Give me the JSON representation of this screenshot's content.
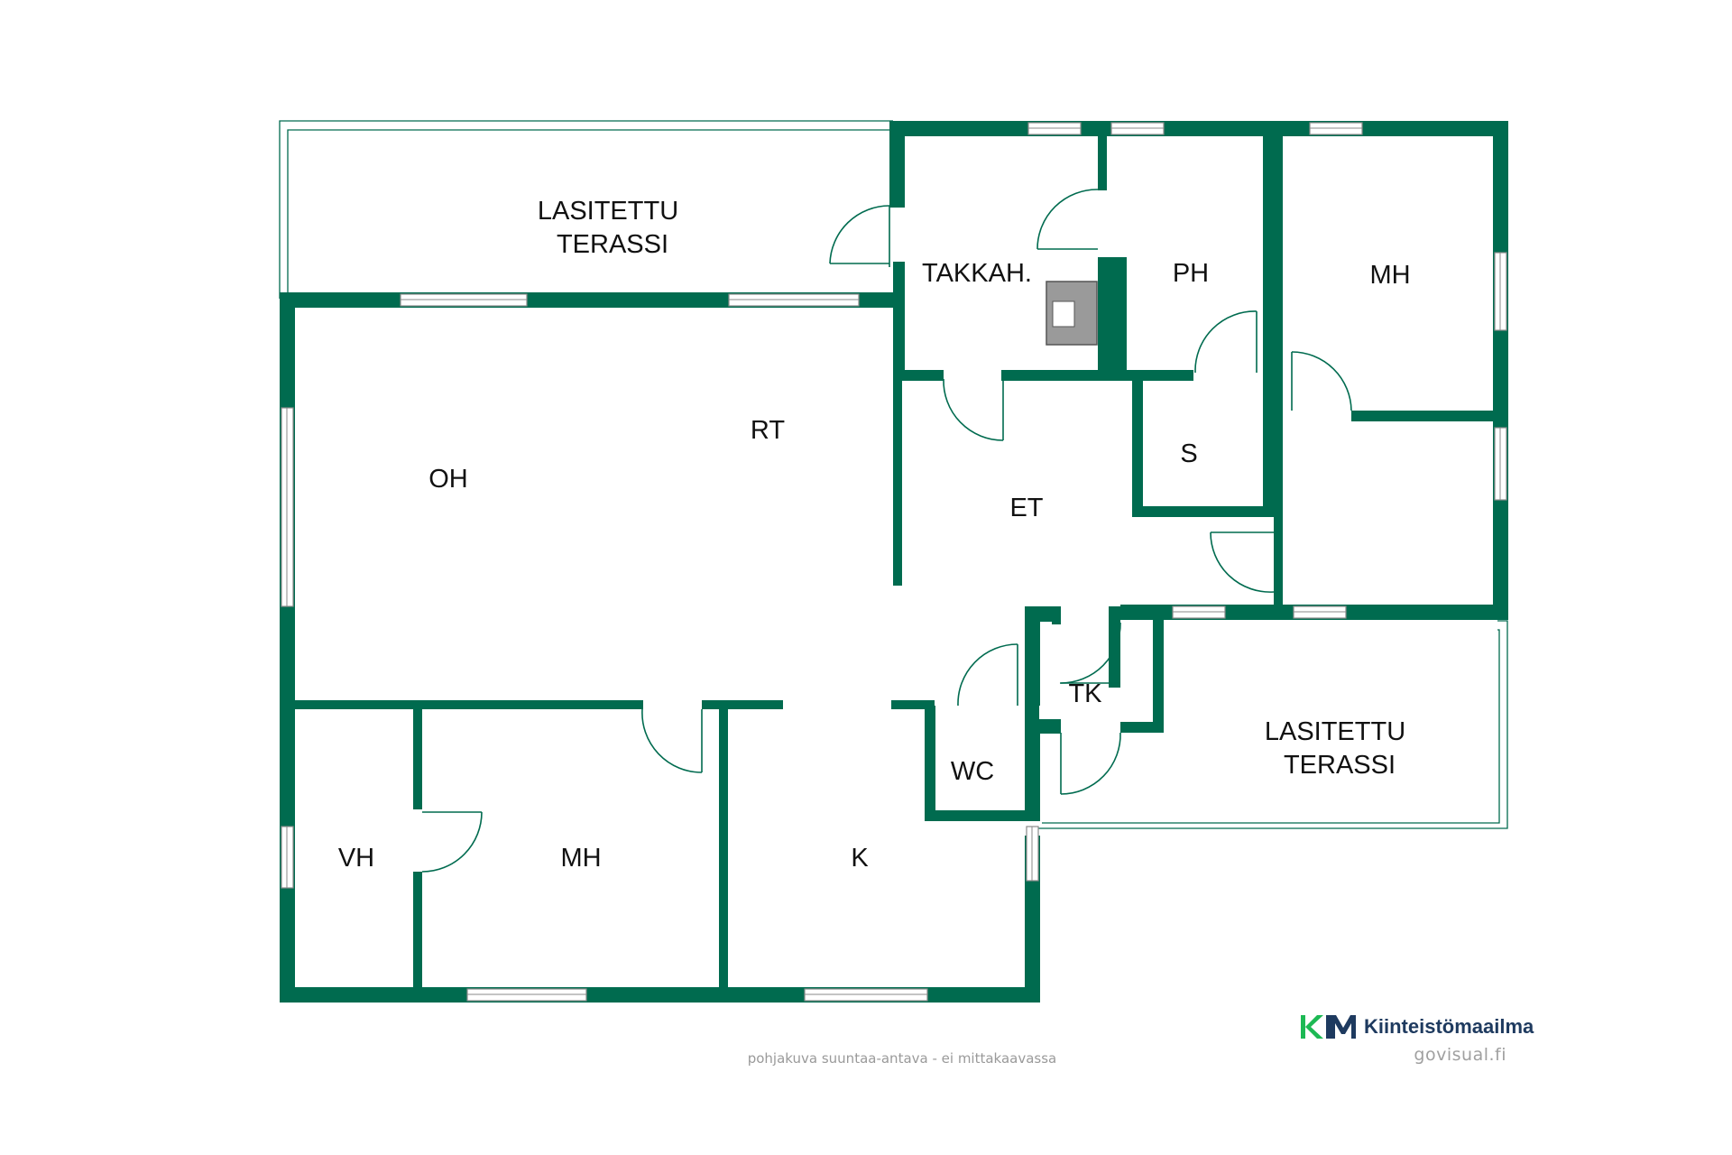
{
  "rooms": {
    "terrace_top": {
      "line1": "LASITETTU",
      "line2": "TERASSI"
    },
    "takkah": "TAKKAH.",
    "ph": "PH",
    "mh_top": "MH",
    "rt": "RT",
    "oh": "OH",
    "s": "S",
    "et": "ET",
    "tk": "TK",
    "wc": "WC",
    "terrace_bottom": {
      "line1": "LASITETTU",
      "line2": "TERASSI"
    },
    "vh": "VH",
    "mh_bottom": "MH",
    "k": "K"
  },
  "footer": {
    "note": "pohjakuva suuntaa-antava - ei mittakaavassa",
    "brand": "Kiinteistömaailma",
    "website": "govisual.fi"
  },
  "colors": {
    "wall": "#006b4f",
    "brand_green": "#1db954",
    "brand_navy": "#1e3a5f"
  },
  "icons": [
    "fireplace-icon",
    "km-logo-icon"
  ]
}
